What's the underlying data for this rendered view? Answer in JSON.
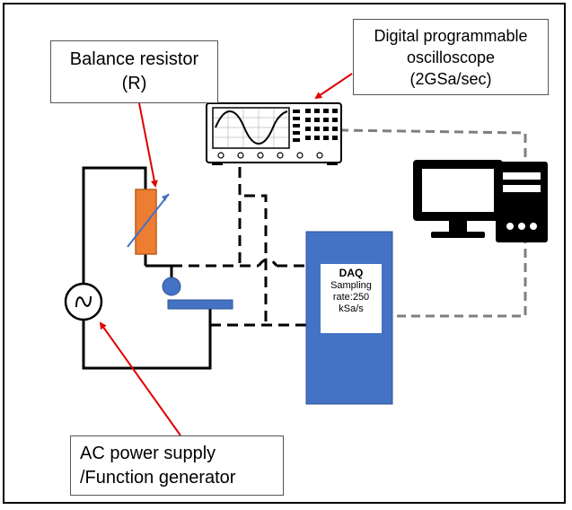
{
  "callouts": {
    "balance_resistor": {
      "line1": "Balance resistor",
      "line2": "(R)"
    },
    "oscilloscope": {
      "line1": "Digital programmable",
      "line2": "oscilloscope",
      "line3": "(2GSa/sec)"
    },
    "power_supply": {
      "line1": "AC power supply",
      "line2": "/Function generator"
    }
  },
  "daq": {
    "title": "DAQ",
    "line1": "Sampling",
    "line2": "rate:250",
    "line3": "kSa/s"
  },
  "colors": {
    "resistor": "#ED7D31",
    "daq": "#4472C4",
    "electrode": "#4472C4",
    "arrow": "#E00000",
    "signal_wire": "#000000",
    "data_link": "#7F7F7F"
  },
  "icons": [
    "oscilloscope-icon",
    "computer-icon",
    "ac-source-icon",
    "variable-resistor-icon"
  ]
}
